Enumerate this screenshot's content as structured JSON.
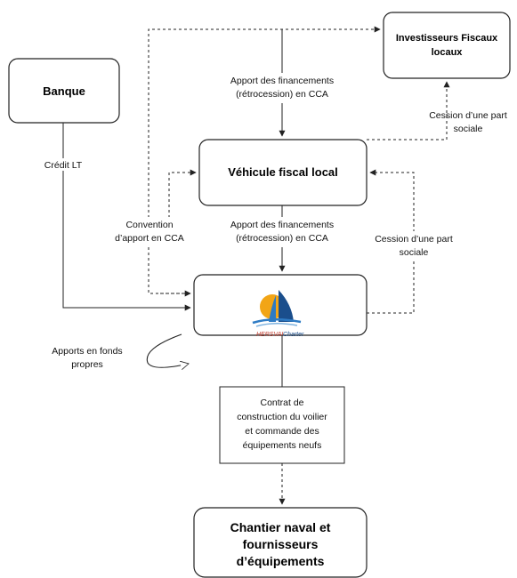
{
  "nodes": {
    "banque": "Banque",
    "investisseurs_line1": "Investisseurs Fiscaux",
    "investisseurs_line2": "locaux",
    "vehicule": "Véhicule fiscal local",
    "chantier_line1": "Chantier naval et",
    "chantier_line2": "fournisseurs",
    "chantier_line3": "d’équipements"
  },
  "logo": {
    "brand": "HERSVAI",
    "sub": "Charter"
  },
  "labels": {
    "credit_lt": "Crédit LT",
    "apport_top_1": "Apport des financements",
    "apport_top_2": "(rétrocession) en CCA",
    "cession_top_1": "Cession d’une part",
    "cession_top_2": "sociale",
    "convention_1": "Convention",
    "convention_2": "d’apport en CCA",
    "apport_mid_1": "Apport des financements",
    "apport_mid_2": "(rétrocession) en CCA",
    "cession_mid_1": "Cession d’une part",
    "cession_mid_2": "sociale",
    "apports_fonds_1": "Apports en fonds",
    "apports_fonds_2": "propres",
    "contrat_1": "Contrat de",
    "contrat_2": "construction du voilier",
    "contrat_3": "et commande des",
    "contrat_4": "équipements neufs"
  },
  "colors": {
    "line": "#222222",
    "sun": "#F2A516",
    "sail": "#1A4E8C",
    "water": "#2E7BC4",
    "brand": "#C0392B"
  }
}
